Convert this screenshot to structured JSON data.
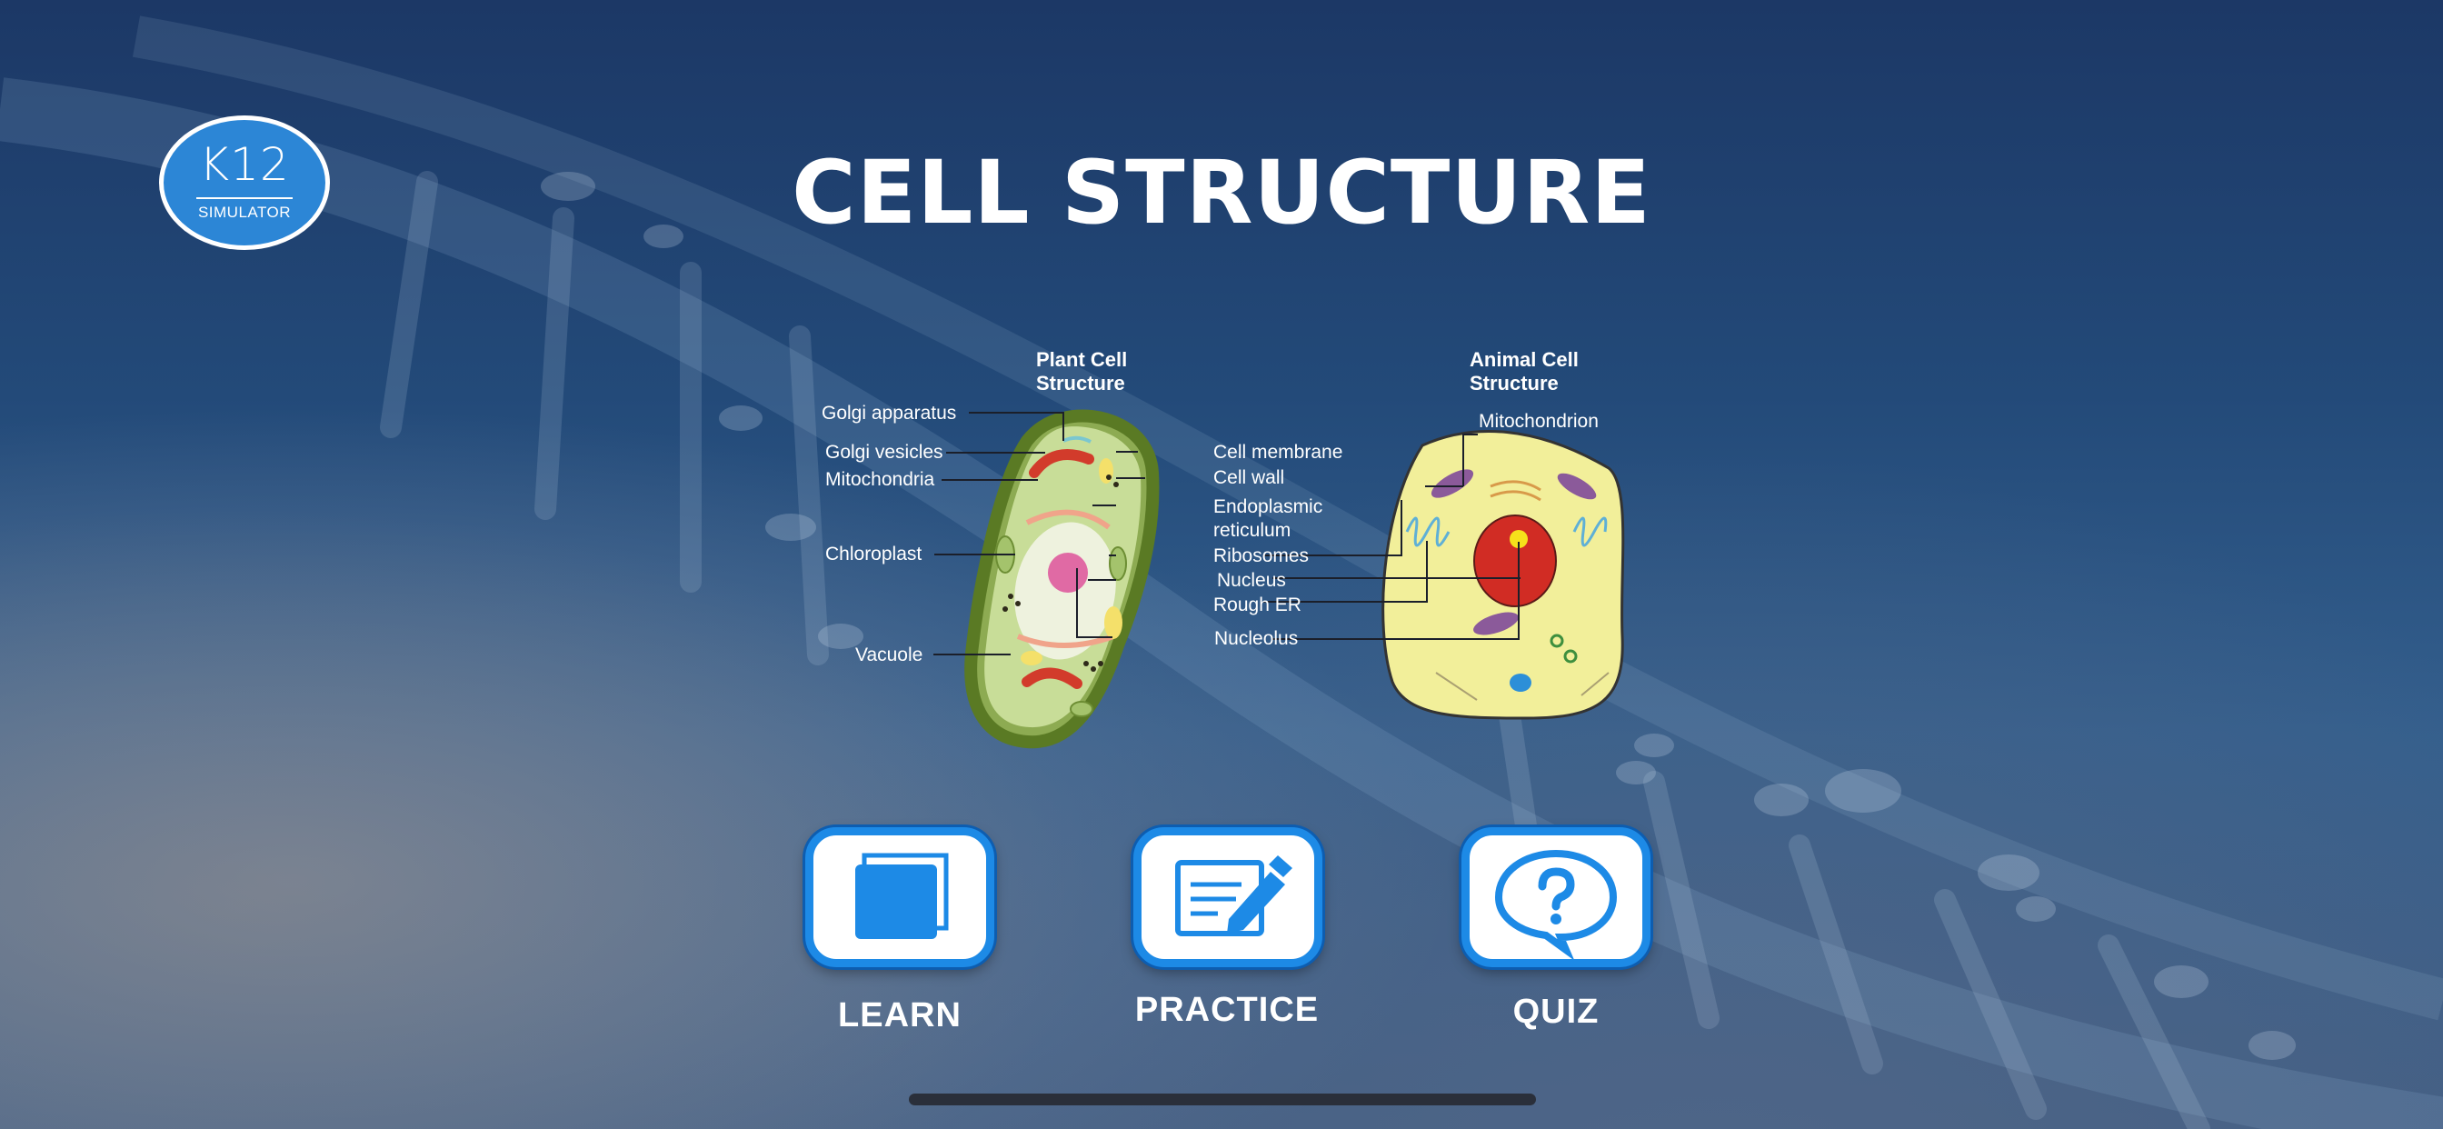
{
  "logo": {
    "main": "K12",
    "sub": "SIMULATOR"
  },
  "title": "CELL STRUCTURE",
  "diagram": {
    "plant_title_1": "Plant Cell",
    "plant_title_2": "Structure",
    "animal_title_1": "Animal Cell",
    "animal_title_2": "Structure",
    "left_labels": {
      "golgi_apparatus": "Golgi apparatus",
      "golgi_vesicles": "Golgi vesicles",
      "mitochondria": "Mitochondria",
      "chloroplast": "Chloroplast",
      "vacuole": "Vacuole"
    },
    "center_labels": {
      "cell_membrane": "Cell membrane",
      "cell_wall": "Cell wall",
      "endoplasmic_1": "Endoplasmic",
      "endoplasmic_2": "reticulum",
      "ribosomes": "Ribosomes",
      "nucleus": "Nucleus",
      "rough_er": "Rough ER",
      "nucleolus": "Nucleolus"
    },
    "right_labels": {
      "mitochondrion": "Mitochondrion"
    }
  },
  "buttons": {
    "learn": "LEARN",
    "practice": "PRACTICE",
    "quiz": "QUIZ"
  },
  "colors": {
    "accent": "#1d8ae6",
    "logo": "#2c86d6"
  }
}
